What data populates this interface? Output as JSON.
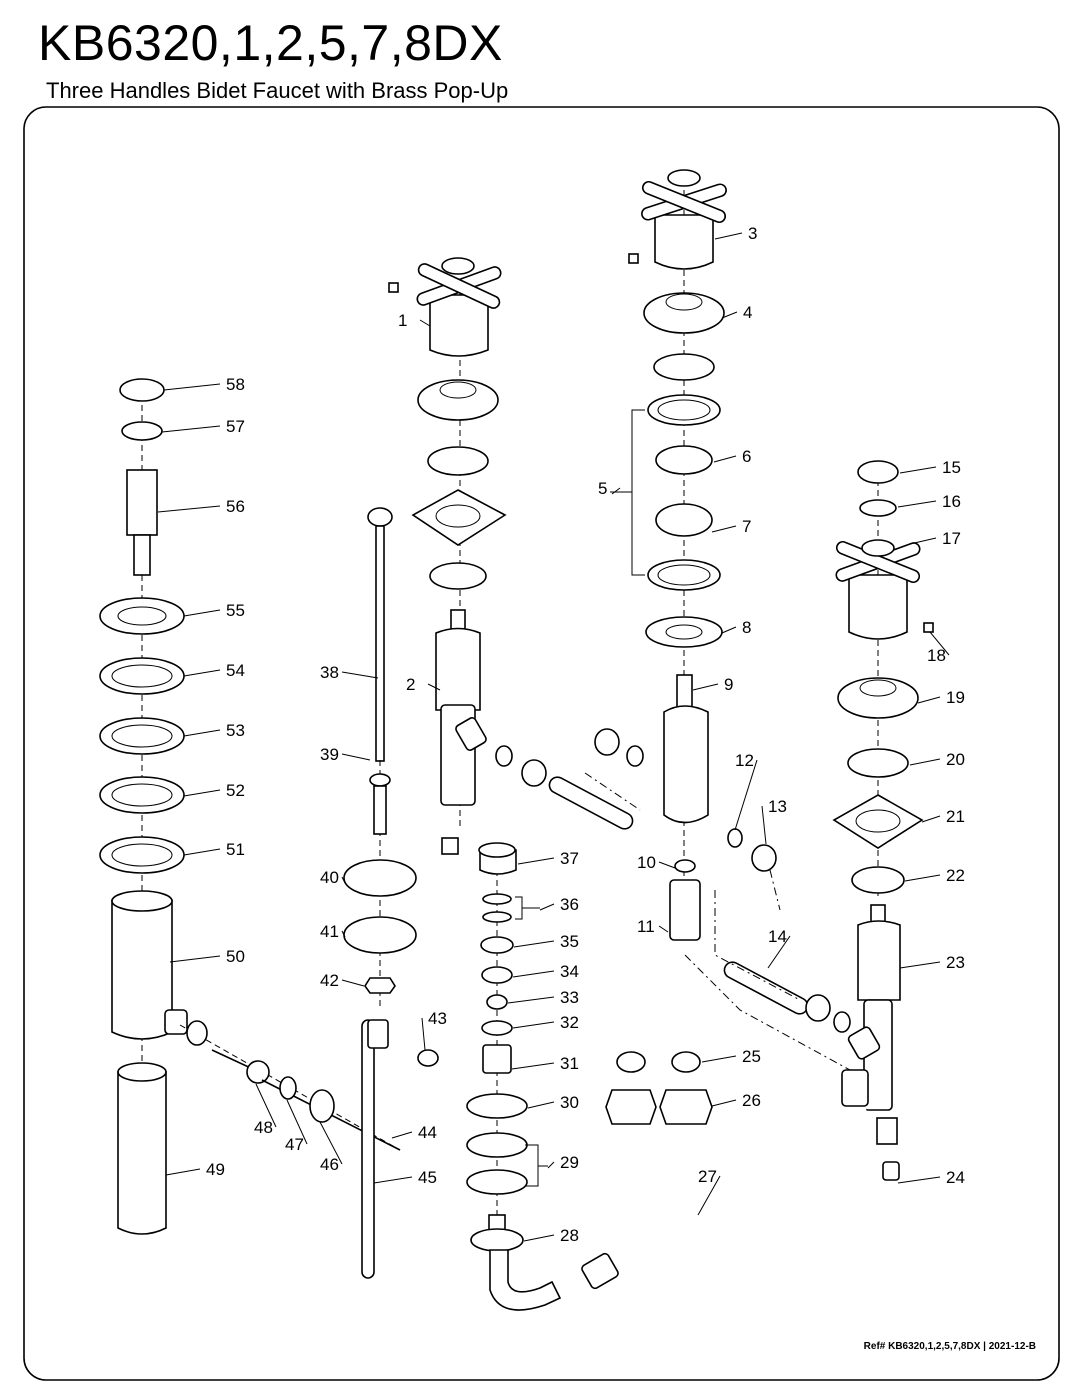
{
  "header": {
    "model": "KB6320,1,2,5,7,8DX",
    "subtitle": "Three Handles Bidet Faucet with Brass Pop-Up"
  },
  "footer": {
    "ref": "Ref# KB6320,1,2,5,7,8DX | 2021-12-B"
  },
  "callouts": [
    "1",
    "2",
    "3",
    "4",
    "5",
    "6",
    "7",
    "8",
    "9",
    "10",
    "11",
    "12",
    "13",
    "14",
    "15",
    "16",
    "17",
    "18",
    "19",
    "20",
    "21",
    "22",
    "23",
    "24",
    "25",
    "26",
    "27",
    "28",
    "29",
    "30",
    "31",
    "32",
    "33",
    "34",
    "35",
    "36",
    "37",
    "38",
    "39",
    "40",
    "41",
    "42",
    "43",
    "44",
    "45",
    "46",
    "47",
    "48",
    "49",
    "50",
    "51",
    "52",
    "53",
    "54",
    "55",
    "56",
    "57",
    "58"
  ]
}
